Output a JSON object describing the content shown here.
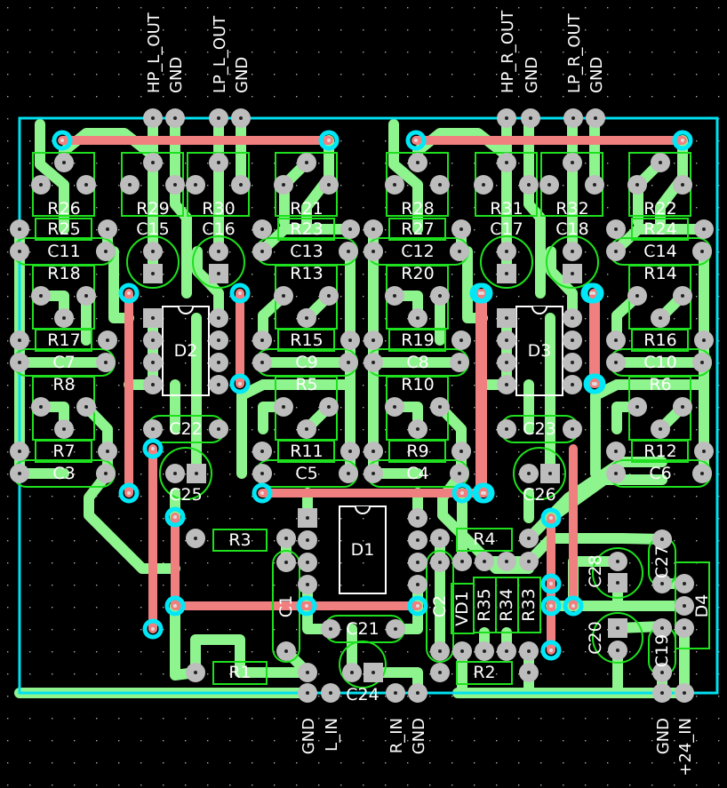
{
  "colors": {
    "background": "#000000",
    "front_copper": "#8ef58e",
    "back_copper": "#f08080",
    "edge_cuts": "#00e0f0",
    "silkscreen": "#1ee01e",
    "pad": "#bdbdbd",
    "via": "#00e8f8"
  },
  "connectors_top": [
    "HP_L_OUT",
    "GND",
    "LP_L_OUT",
    "GND",
    "HP_R_OUT",
    "GND",
    "LP_R_OUT",
    "GND"
  ],
  "connectors_bottom": [
    "GND",
    "L_IN",
    "R_IN",
    "GND",
    "GND",
    "+24_IN"
  ],
  "components": [
    "R26",
    "R29",
    "R30",
    "R21",
    "R25",
    "R23",
    "C11",
    "C13",
    "C15",
    "C16",
    "R18",
    "R13",
    "R17",
    "R15",
    "C7",
    "C9",
    "R8",
    "R5",
    "R7",
    "R11",
    "C3",
    "C5",
    "D2",
    "C22",
    "C25",
    "R28",
    "R31",
    "R32",
    "R22",
    "R27",
    "R24",
    "C12",
    "C14",
    "C17",
    "C18",
    "R20",
    "R14",
    "R19",
    "R16",
    "C8",
    "C10",
    "R10",
    "R6",
    "R9",
    "R12",
    "C4",
    "C6",
    "D3",
    "C23",
    "C26",
    "D1",
    "R3",
    "R4",
    "R1",
    "R2",
    "C1",
    "C2",
    "C21",
    "C24",
    "VD1",
    "R35",
    "R34",
    "R33",
    "C28",
    "C20",
    "C27",
    "C19",
    "D4"
  ]
}
